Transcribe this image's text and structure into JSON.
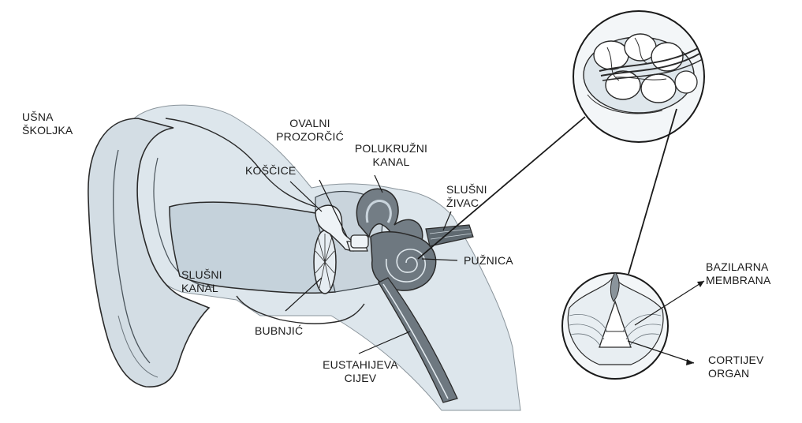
{
  "labels": {
    "usna_skoljka": [
      "UŠNA",
      "ŠKOLJKA"
    ],
    "ovalni_prozorcic": [
      "OVALNI",
      "PROZORČIĆ"
    ],
    "polukruzni_kanal": [
      "POLUKRUŽNI",
      "KANAL"
    ],
    "koscice": "KOŠČICE",
    "slusni_zivac": [
      "SLUŠNI",
      "ŽIVAC"
    ],
    "puznica": "PUŽNICA",
    "slusni_kanal": [
      "SLUŠNI",
      "KANAL"
    ],
    "bubnjic": "BUBNJIĆ",
    "eustahijeva_cijev": [
      "EUSTAHIJEVA",
      "CIJEV"
    ],
    "bazilarna_membrana": [
      "BAZILARNA",
      "MEMBRANA"
    ],
    "cortijev_organ": [
      "CORTIJEV",
      "ORGAN"
    ]
  },
  "colors": {
    "tissue": "#d7e1e8",
    "tissue_light": "#e6edf2",
    "inner_ear": "#6e7880",
    "outline": "#2a2a2a"
  }
}
